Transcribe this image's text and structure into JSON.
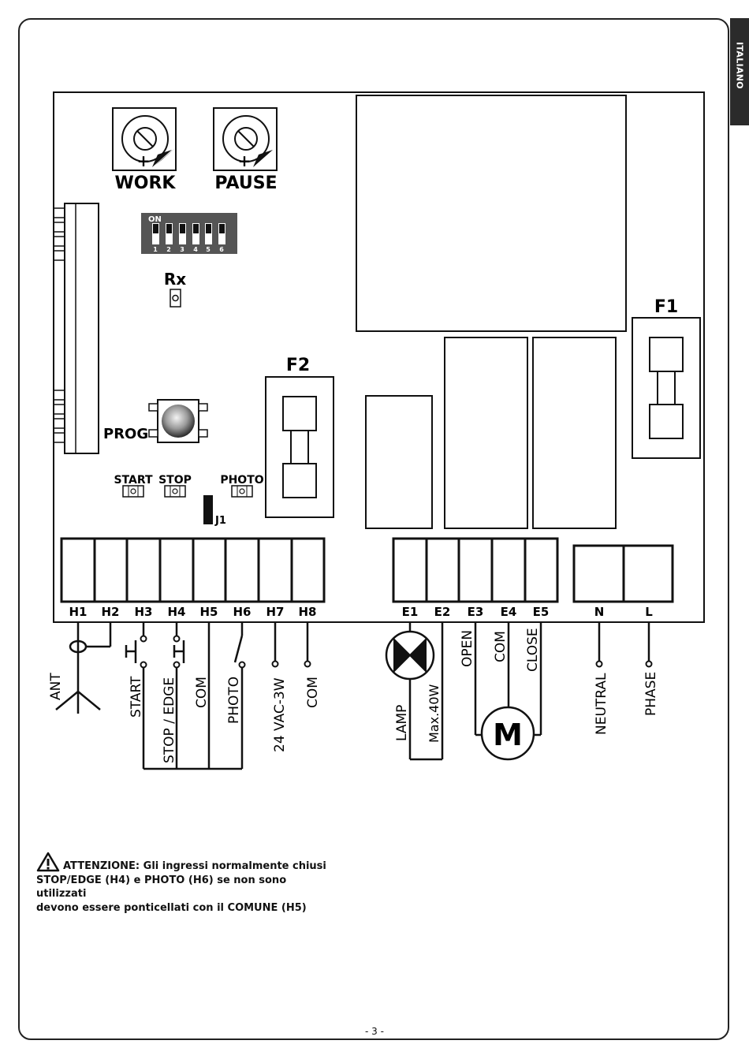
{
  "language_tab": "ITALIANO",
  "trimmers": [
    {
      "label": "WORK"
    },
    {
      "label": "PAUSE"
    }
  ],
  "dip_switch": {
    "on_label": "ON",
    "numbers": [
      "1",
      "2",
      "3",
      "4",
      "5",
      "6"
    ]
  },
  "rx_label": "Rx",
  "prog_label": "PROG",
  "fuses": {
    "f1": "F1",
    "f2": "F2"
  },
  "leds": [
    "START",
    "STOP",
    "PHOTO"
  ],
  "jumper_label": "J1",
  "terminals_h": [
    "H1",
    "H2",
    "H3",
    "H4",
    "H5",
    "H6",
    "H7",
    "H8"
  ],
  "terminals_e": [
    "E1",
    "E2",
    "E3",
    "E4",
    "E5"
  ],
  "terminals_power": [
    "N",
    "L"
  ],
  "wiring_labels": {
    "ant": "ANT",
    "start": "START",
    "stop_edge": "STOP / EDGE",
    "com1": "COM",
    "photo": "PHOTO",
    "vac": "24 VAC-3W",
    "com2": "COM",
    "lamp": "LAMP",
    "max": "Max.40W",
    "open": "OPEN",
    "com3": "COM",
    "close": "CLOSE",
    "motor": "M",
    "neutral": "NEUTRAL",
    "phase": "PHASE"
  },
  "warning": {
    "line1": "ATTENZIONE: Gli ingressi normalmente chiusi",
    "line2": "STOP/EDGE (H4) e PHOTO (H6) se non sono utilizzati",
    "line3": "devono essere ponticellati con il COMUNE (H5)"
  },
  "page_number": "- 3 -"
}
